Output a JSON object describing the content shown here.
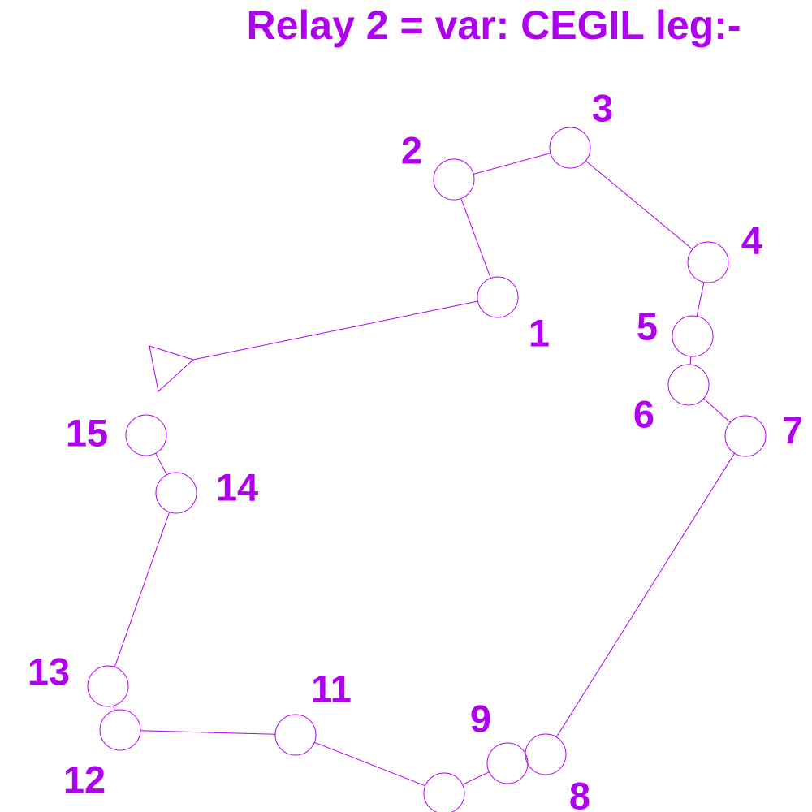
{
  "title": "Relay 2 = var: CEGIL leg:-",
  "colors": {
    "course": "#b000f0",
    "background": "#ffffff"
  },
  "start_icon": "start-triangle-icon",
  "controls": [
    {
      "label": "1"
    },
    {
      "label": "2"
    },
    {
      "label": "3"
    },
    {
      "label": "4"
    },
    {
      "label": "5"
    },
    {
      "label": "6"
    },
    {
      "label": "7"
    },
    {
      "label": "8"
    },
    {
      "label": "9"
    },
    {
      "label": ""
    },
    {
      "label": "11"
    },
    {
      "label": "12"
    },
    {
      "label": "13"
    },
    {
      "label": "14"
    },
    {
      "label": "15"
    }
  ]
}
